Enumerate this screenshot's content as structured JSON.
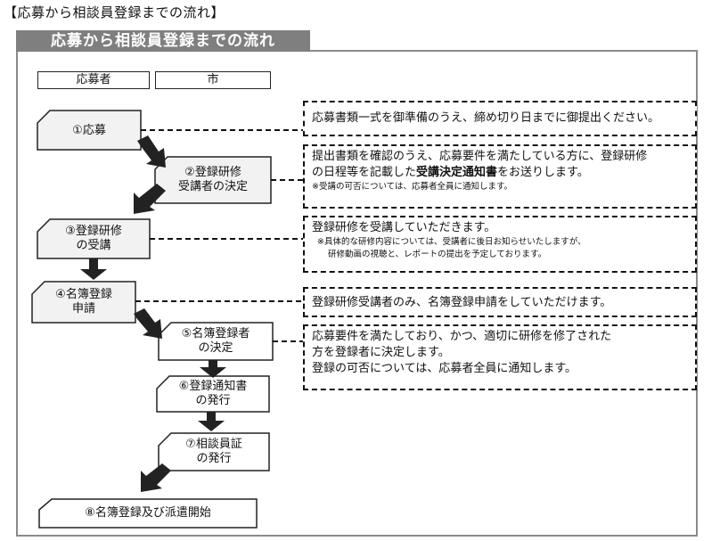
{
  "doc_title": "【応募から相談員登録までの流れ】",
  "panel_title": "応募から相談員登録までの流れ",
  "headers": {
    "applicant": "応募者",
    "city": "市"
  },
  "steps": [
    {
      "l1": "①応募",
      "l2": ""
    },
    {
      "l1": "②登録研修",
      "l2": "受講者の決定"
    },
    {
      "l1": "③登録研修",
      "l2": "の受講"
    },
    {
      "l1": "④名簿登録",
      "l2": "申請"
    },
    {
      "l1": "⑤名簿登録者",
      "l2": "の決定"
    },
    {
      "l1": "⑥登録通知書",
      "l2": "の発行"
    },
    {
      "l1": "⑦相談員証",
      "l2": "の発行"
    },
    {
      "l1": "⑧名簿登録及び派遣開始",
      "l2": ""
    }
  ],
  "notes": {
    "n1": "応募書類一式を御準備のうえ、締め切り日までに御提出ください。",
    "n2_a": "提出書類を確認のうえ、応募要件を満たしている方に、登録研修",
    "n2_b1": "の日程等を記載した",
    "n2_b2": "受講決定通知書",
    "n2_b3": "をお送りします。",
    "n2_small": "※受講の可否については、応募者全員に通知します。",
    "n3_a": "登録研修を受講していただきます。",
    "n3_s1": "※具体的な研修内容については、受講者に後日お知らせいたしますが、",
    "n3_s2": "研修動画の視聴と、レポートの提出を予定しております。",
    "n4": "登録研修受講者のみ、名簿登録申請をしていただけます。",
    "n5_a": "応募要件を満たしており、かつ、適切に研修を修了された",
    "n5_b": "方を登録者に決定します。",
    "n5_c": "登録の可否については、応募者全員に通知します。"
  }
}
